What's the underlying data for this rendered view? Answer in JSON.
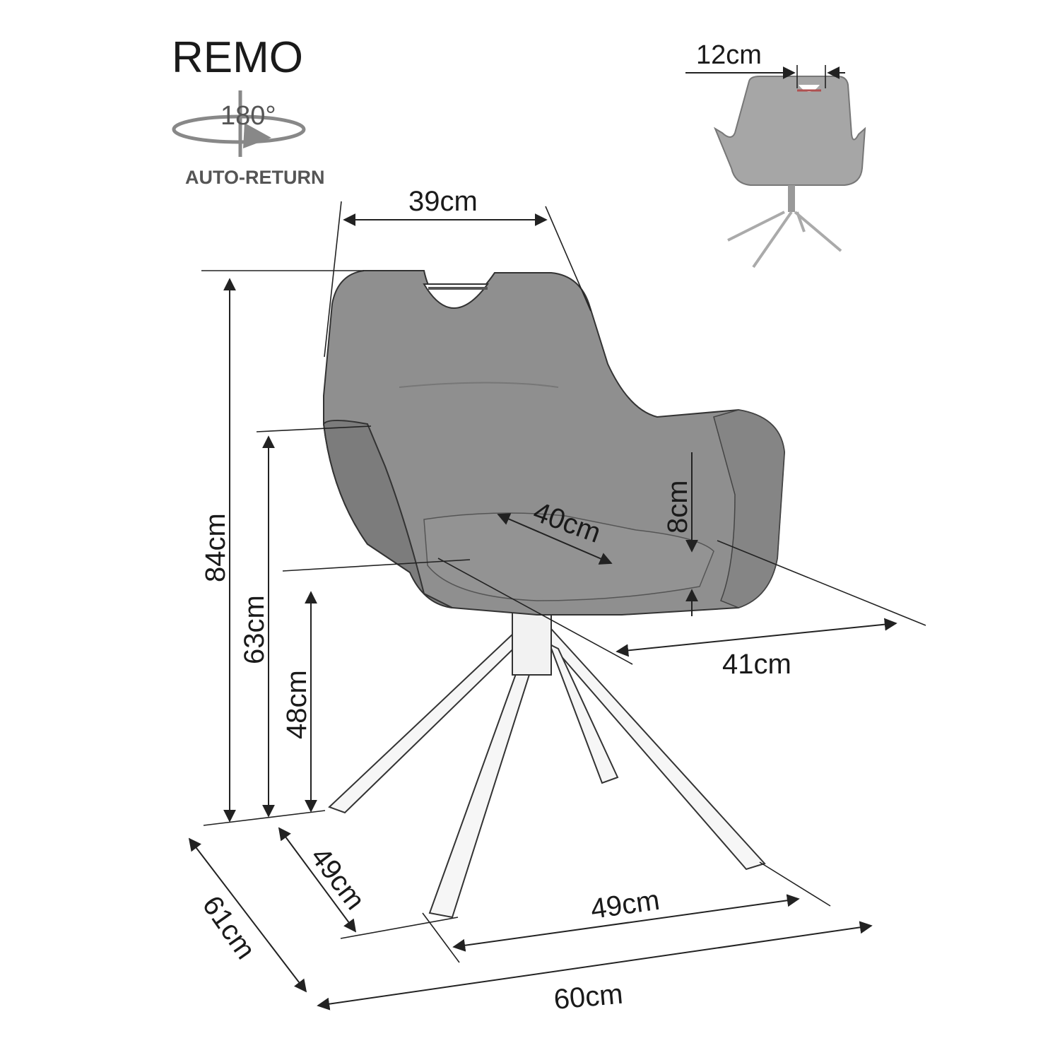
{
  "product": {
    "name": "REMO"
  },
  "rotation": {
    "angle": "180°",
    "mode": "AUTO-RETURN"
  },
  "dimensions": {
    "handle_width": "12cm",
    "back_width": "39cm",
    "total_height": "84cm",
    "armrest_height": "63cm",
    "seat_height": "48cm",
    "seat_depth": "40cm",
    "armrest_depth": "8cm",
    "seat_width": "41cm",
    "base_depth": "49cm",
    "base_width": "49cm",
    "total_depth": "61cm",
    "total_width": "60cm"
  },
  "colors": {
    "fabric": "#8f8f8f",
    "fabric_dark": "#7c7c7c",
    "line": "#222222",
    "leg": "#f4f4f4"
  }
}
